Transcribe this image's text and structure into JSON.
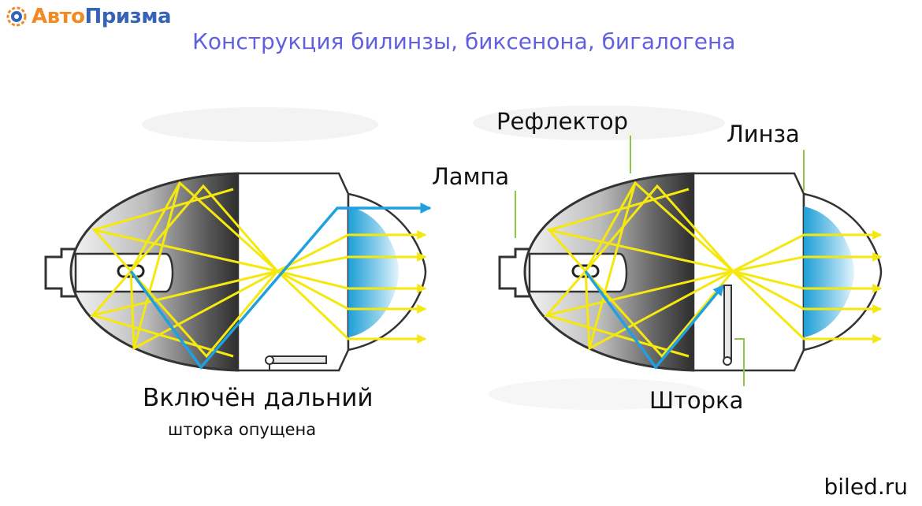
{
  "logo": {
    "part1": "Авто",
    "part2": "Призма",
    "accent": "#f28a21",
    "brand": "#3564b7",
    "icon": "gear-camera-icon"
  },
  "title": "Конструкция билинзы, биксенона, бигалогена",
  "labels": {
    "reflector": "Рефлектор",
    "lamp": "Лампа",
    "lens": "Линза",
    "shutter": "Шторка"
  },
  "caption": {
    "main": "Включён дальний",
    "sub": "шторка опущена"
  },
  "site": "biled.ru",
  "colors": {
    "ray_yellow": "#f5e80f",
    "ray_blue": "#1fa0e0",
    "lens_blue": "#2aa6d8",
    "reflector_dark": "#333333",
    "title_purple": "#6161e0"
  }
}
